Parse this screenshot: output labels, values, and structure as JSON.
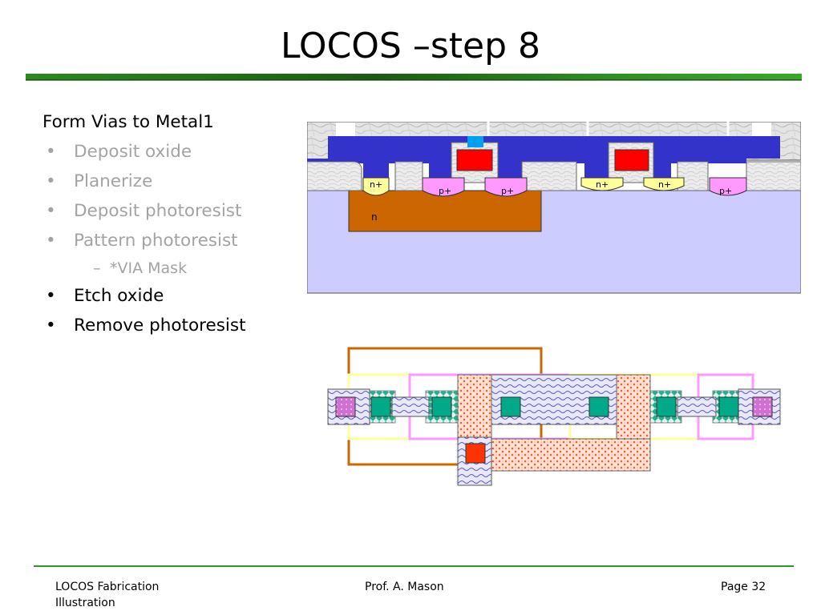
{
  "slide": {
    "title": "LOCOS –step 8"
  },
  "bullets": {
    "heading": "Form Vias to Metal1",
    "marker": "•",
    "sub_marker": "–",
    "items": [
      {
        "text": "Deposit oxide",
        "state": "dimmed"
      },
      {
        "text": "Planerize",
        "state": "dimmed"
      },
      {
        "text": "Deposit photoresist",
        "state": "dimmed"
      },
      {
        "text": "Pattern photoresist",
        "state": "dimmed"
      },
      {
        "text": "*VIA Mask",
        "state": "dimmed",
        "level": 2
      },
      {
        "text": "Etch oxide",
        "state": "active"
      },
      {
        "text": "Remove photoresist",
        "state": "active"
      }
    ]
  },
  "cross_section": {
    "labels": {
      "n_well": "n",
      "diff_1": "n+",
      "diff_2": "p+",
      "diff_3": "p+",
      "diff_4": "n+",
      "diff_5": "n+",
      "diff_6": "p+"
    },
    "colors": {
      "substrate": "#ccccff",
      "n_well": "#cc6600",
      "metal1": "#3333cc",
      "poly": "#ff0000",
      "via": "#00a0f0",
      "n_plus": "#ffff99",
      "p_plus": "#ff99ff",
      "field_oxide": "#e6e6e6"
    }
  },
  "layout_view": {
    "colors": {
      "n_well_outline": "#cc6600",
      "n_select_outline": "#ffff99",
      "p_select_outline": "#ff99ff",
      "poly": "#ff6633",
      "metal1": "#9999cc",
      "contact": "#00aa88",
      "via": "#ff3300",
      "p_contact": "#cc66cc"
    }
  },
  "footer": {
    "left": "LOCOS Fabrication Illustration",
    "center": "Prof. A. Mason",
    "right": "Page 32"
  }
}
